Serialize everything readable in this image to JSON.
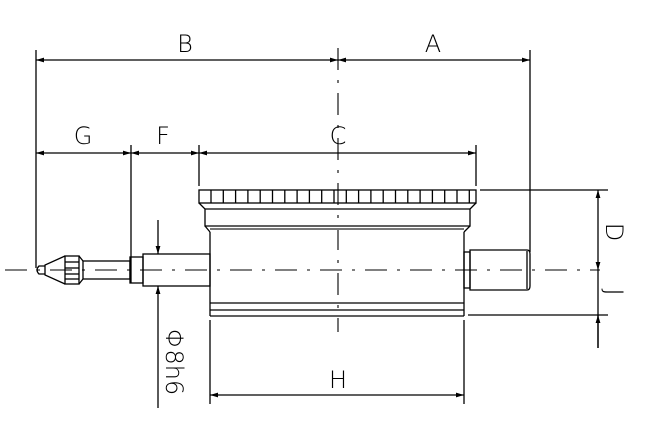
{
  "drawing": {
    "dimension_labels": {
      "A": "A",
      "B": "B",
      "C": "C",
      "D": "D",
      "F": "F",
      "G": "G",
      "H": "H",
      "J": "J",
      "stem_diameter": "Φ8h6"
    },
    "line_color": "#000000"
  }
}
